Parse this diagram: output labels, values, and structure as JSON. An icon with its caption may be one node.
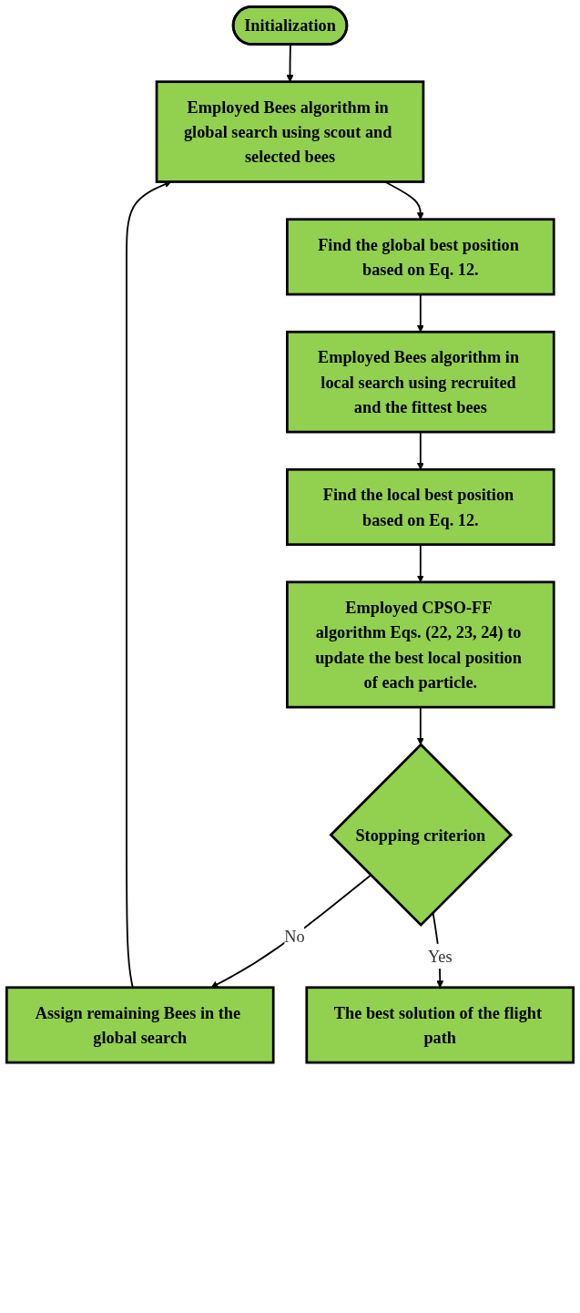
{
  "diagram": {
    "nodes": [
      {
        "text": [
          "Initialization"
        ]
      },
      {
        "text": [
          "Employed Bees algorithm in global search using scout and selected bees"
        ]
      },
      {
        "text": [
          "Find the global best position based on Eq. 12."
        ]
      },
      {
        "text": [
          "Employed Bees algorithm in local search using recruited and the fittest bees"
        ]
      },
      {
        "text": [
          "Find the local best position based on Eq. 12."
        ]
      },
      {
        "text": [
          "Employed CPSO-FF algorithm Eqs. (22, 23, 24) to update the best local position of each particle."
        ]
      },
      {
        "text": [
          "Stopping criterion"
        ]
      },
      {
        "text": [
          "Assign remaining Bees in the global search"
        ]
      },
      {
        "text": [
          "The best solution of the flight path"
        ]
      }
    ],
    "edges": [
      {
        "from": 0,
        "to": 1,
        "arrow": "to"
      },
      {
        "from": 1,
        "to": 2,
        "arrow": "to"
      },
      {
        "from": 2,
        "to": 3,
        "arrow": "to"
      },
      {
        "from": 3,
        "to": 4,
        "arrow": "to"
      },
      {
        "from": 4,
        "to": 5,
        "arrow": "to"
      },
      {
        "from": 5,
        "to": 6,
        "arrow": "to"
      },
      {
        "from": 6,
        "to": 7,
        "label": "No",
        "arrow": "to"
      },
      {
        "from": 6,
        "to": 8,
        "label": "Yes",
        "arrow": "to"
      },
      {
        "from": 7,
        "to": 1,
        "arrow": "to"
      }
    ]
  }
}
